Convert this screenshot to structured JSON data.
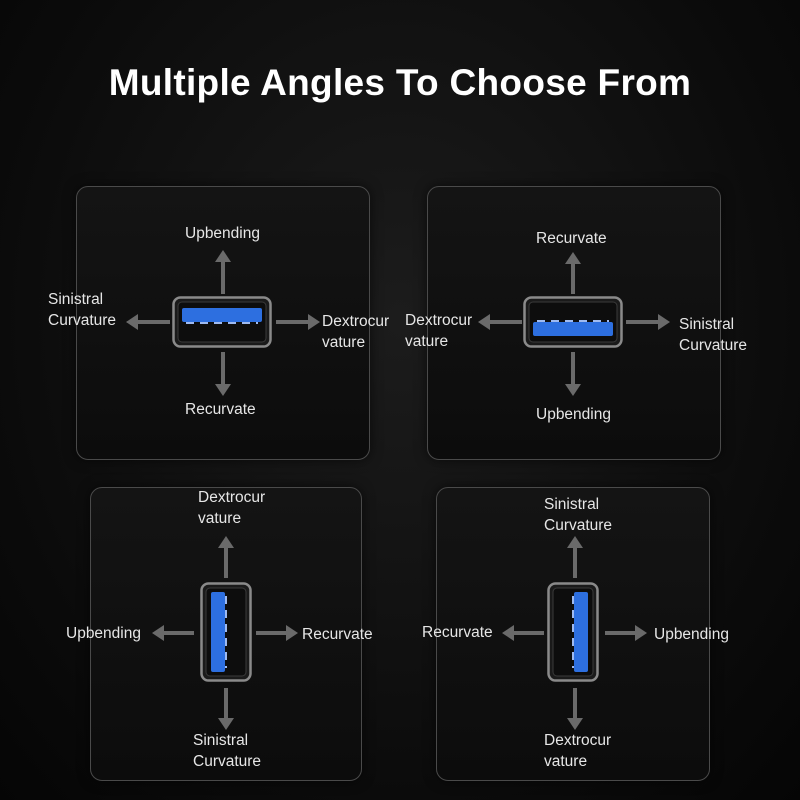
{
  "heading": "Multiple Angles To Choose From",
  "colors": {
    "accent_blue": "#2d6fe0",
    "arrow_gray": "#6a6a6a",
    "panel_border": "#4a4a4a"
  },
  "panels": [
    {
      "orientation": "horizontal",
      "up": "Upbending",
      "down": "Recurvate",
      "left": "Sinistral\nCurvature",
      "right": "Dextrocur\nvature"
    },
    {
      "orientation": "horizontal",
      "up": "Recurvate",
      "down": "Upbending",
      "left": "Dextrocur\nvature",
      "right": "Sinistral\nCurvature"
    },
    {
      "orientation": "vertical",
      "up": "Dextrocur\nvature",
      "down": "Sinistral\nCurvature",
      "left": "Upbending",
      "right": "Recurvate"
    },
    {
      "orientation": "vertical",
      "up": "Sinistral\nCurvature",
      "down": "Dextrocur\nvature",
      "left": "Recurvate",
      "right": "Upbending"
    }
  ]
}
